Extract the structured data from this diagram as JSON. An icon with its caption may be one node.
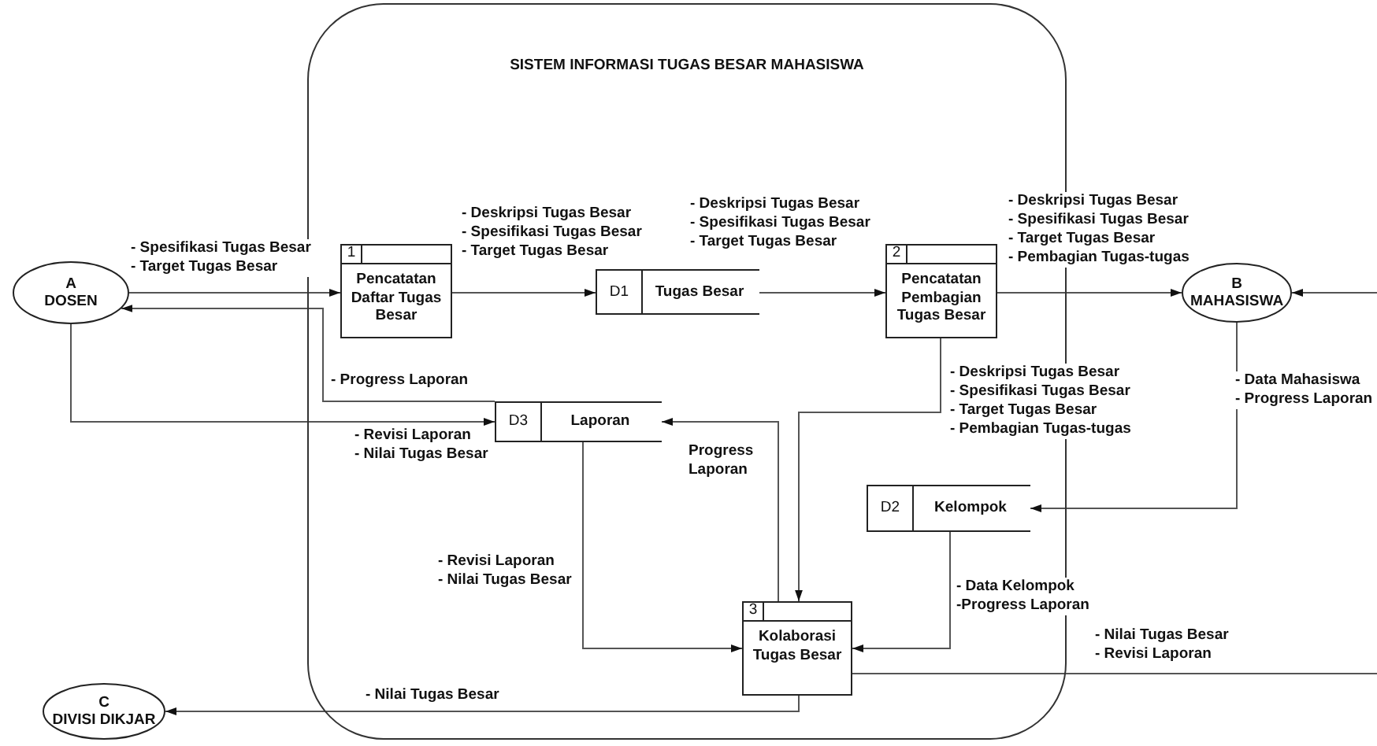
{
  "diagram": {
    "nodes": [
      {
        "text": [
          "SISTEM INFORMASI TUGAS BESAR MAHASISWA"
        ]
      },
      {
        "text": [
          "A",
          "DOSEN"
        ]
      },
      {
        "text": [
          "1",
          "Pencatatan Daftar Tugas Besar"
        ],
        "in": 0
      },
      {
        "text": [
          "D1",
          "Tugas Besar"
        ],
        "in": 0
      },
      {
        "text": [
          "2",
          "Pencatatan Pembagian Tugas Besar"
        ],
        "in": 0
      },
      {
        "text": [
          "B",
          "MAHASISWA"
        ]
      },
      {
        "text": [
          "D3",
          "Laporan"
        ],
        "in": 0
      },
      {
        "text": [
          "D2",
          "Kelompok"
        ],
        "in": 0
      },
      {
        "text": [
          "3",
          "Kolaborasi Tugas Besar"
        ],
        "in": 0
      },
      {
        "text": [
          "C",
          "DIVISI DIKJAR"
        ]
      }
    ],
    "edges": [
      {
        "from": 1,
        "to": 2,
        "arrow": "to",
        "label": "- Spesifikasi Tugas Besar - Target Tugas Besar"
      },
      {
        "from": 2,
        "to": 3,
        "arrow": "to",
        "label": "- Deskripsi Tugas Besar - Spesifikasi Tugas Besar - Target Tugas Besar"
      },
      {
        "from": 3,
        "to": 4,
        "arrow": "to",
        "label": "- Deskripsi Tugas Besar - Spesifikasi Tugas Besar - Target Tugas Besar"
      },
      {
        "from": 4,
        "to": 5,
        "arrow": "to",
        "label": "- Deskripsi Tugas Besar - Spesifikasi Tugas Besar - Target Tugas Besar - Pembagian Tugas-tugas"
      },
      {
        "from": null,
        "to": 5,
        "arrow": "to"
      },
      {
        "from": 5,
        "to": 7,
        "arrow": "to",
        "label": "- Data Mahasiswa - Progress Laporan"
      },
      {
        "from": 6,
        "to": 1,
        "arrow": "to",
        "label": "- Progress Laporan"
      },
      {
        "from": 1,
        "to": 6,
        "arrow": "to",
        "label": "- Revisi Laporan - Nilai Tugas Besar"
      },
      {
        "from": 8,
        "to": 6,
        "arrow": "to",
        "label": "Progress Laporan"
      },
      {
        "from": 6,
        "to": 8,
        "arrow": "to",
        "label": "- Revisi Laporan - Nilai Tugas Besar"
      },
      {
        "from": 4,
        "to": 8,
        "arrow": "to",
        "label": "- Deskripsi Tugas Besar - Spesifikasi Tugas Besar - Target Tugas Besar - Pembagian Tugas-tugas"
      },
      {
        "from": 7,
        "to": 8,
        "arrow": "to",
        "label": "- Data Kelompok -Progress Laporan"
      },
      {
        "from": 8,
        "to": 9,
        "arrow": "to",
        "label": "- Nilai Tugas Besar"
      },
      {
        "from": 8,
        "to": null,
        "arrow": "none",
        "label": "- Nilai Tugas Besar - Revisi Laporan"
      }
    ]
  }
}
